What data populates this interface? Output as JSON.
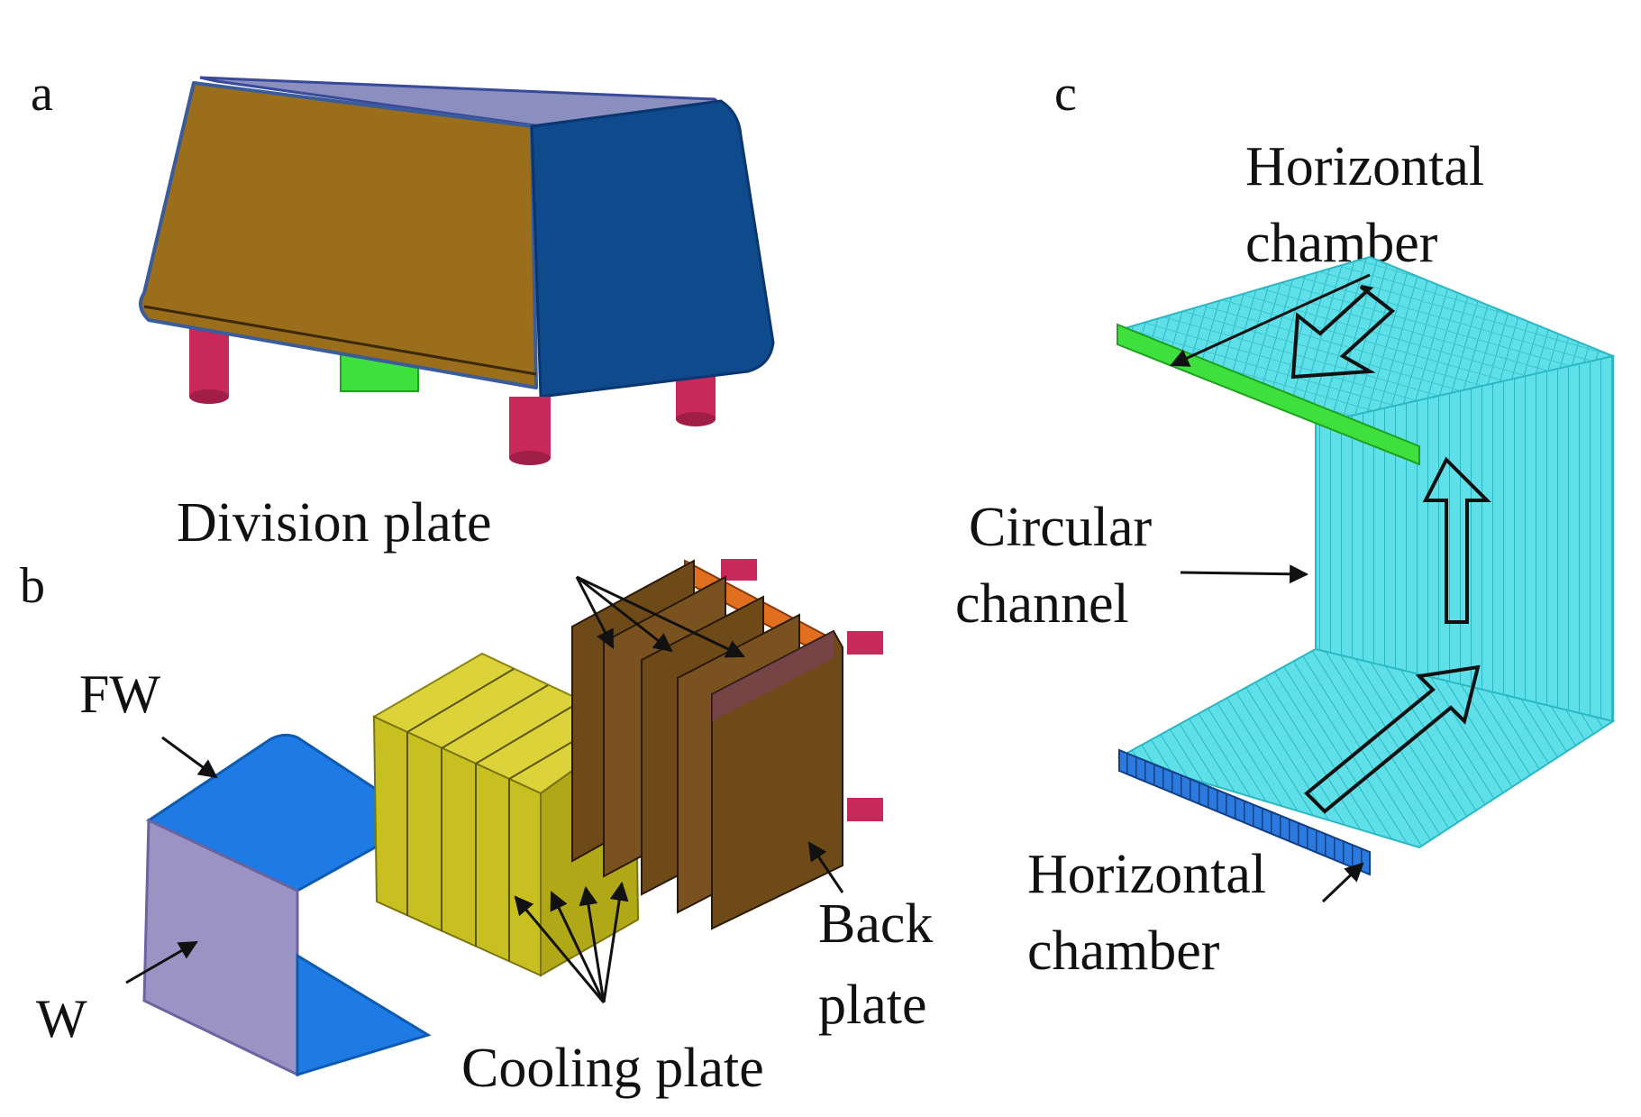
{
  "panels": {
    "a": {
      "letter": "a"
    },
    "b": {
      "letter": "b",
      "labels": {
        "division_plate": "Division plate",
        "fw": "FW",
        "w": "W",
        "cooling_plate": "Cooling plate",
        "back_plate_1": "Back",
        "back_plate_2": "plate"
      }
    },
    "c": {
      "letter": "c",
      "labels": {
        "top_chamber_1": "Horizontal",
        "top_chamber_2": "chamber",
        "circular_1": "Circular",
        "circular_2": "channel",
        "bottom_chamber_1": "Horizontal",
        "bottom_chamber_2": "chamber"
      }
    }
  },
  "colors": {
    "box_front": "#9b6e1c",
    "box_side": "#0e4a8c",
    "box_top": "#8a8fc0",
    "leg": "#c8285a",
    "inlet": "#3ee03e",
    "fw_blue": "#1e7be6",
    "wall_lavender": "#9a93c4",
    "cooling_yellow": "#c8c020",
    "division_brown": "#6e4a18",
    "orange_header": "#e07020",
    "mesh_cyan": "#5fe0e8",
    "mesh_line": "#2ab8c4",
    "green_chamber": "#3ee03e",
    "blue_chamber": "#2a7ae0"
  }
}
